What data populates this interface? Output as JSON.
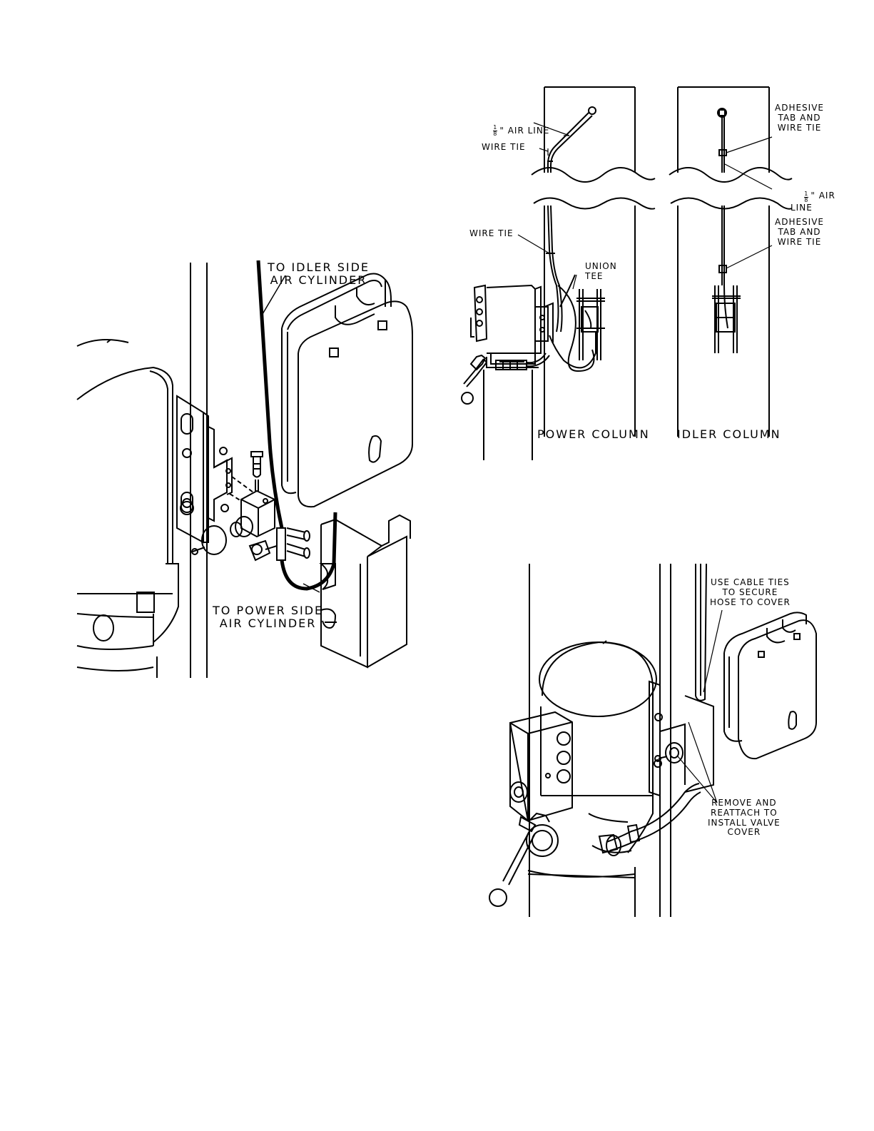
{
  "figure1": {
    "label_idler": "TO IDLER SIDE\nAIR CYLINDER",
    "label_power": "TO POWER SIDE\nAIR CYLINDER"
  },
  "figure2": {
    "air_line_fraction_num": "1",
    "air_line_fraction_den": "8",
    "air_line_left": "\" AIR LINE",
    "wire_tie_top": "WIRE TIE",
    "wire_tie_mid": "WIRE TIE",
    "union_tee": "UNION\nTEE",
    "adhesive_top": "ADHESIVE\nTAB AND\nWIRE TIE",
    "air_line_right": "\" AIR\nLINE",
    "adhesive_bottom": "ADHESIVE\nTAB AND\nWIRE TIE",
    "power_column": "POWER COLUMN",
    "idler_column": "IDLER COLUMN"
  },
  "figure3": {
    "cable_ties": "USE CABLE TIES\nTO SECURE\nHOSE TO COVER",
    "remove_reattach": "REMOVE AND\nREATTACH TO\nINSTALL VALVE\nCOVER"
  }
}
